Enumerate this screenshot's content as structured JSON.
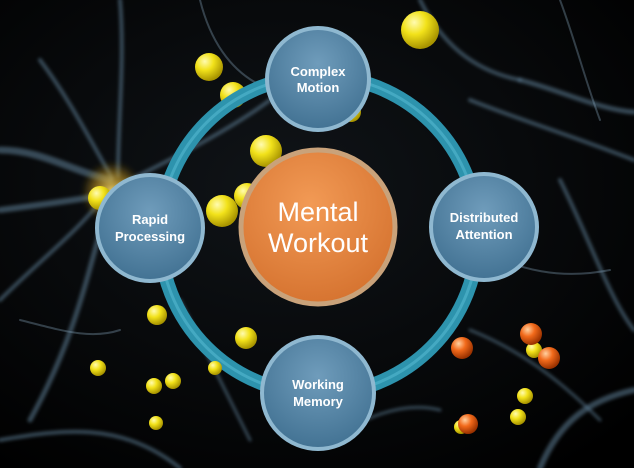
{
  "center": {
    "line1": "Mental",
    "line2": "Workout"
  },
  "nodes": {
    "top": {
      "line1": "Complex",
      "line2": "Motion"
    },
    "left": {
      "line1": "Rapid",
      "line2": "Processing"
    },
    "right": {
      "line1": "Distributed",
      "line2": "Attention"
    },
    "bottom": {
      "line1": "Working",
      "line2": "Memory"
    }
  },
  "colors": {
    "background": "#000000",
    "ring": "#2d93ad",
    "node_fill": "#4d7fa0",
    "node_border": "#8fb8d0",
    "center_fill": "#e0813c",
    "center_border": "#c9a27a",
    "yellow_ball": "#f2e21a",
    "orange_ball": "#f26a1b",
    "neuron": "#6f8fa8",
    "glow": "#e6b82a"
  }
}
